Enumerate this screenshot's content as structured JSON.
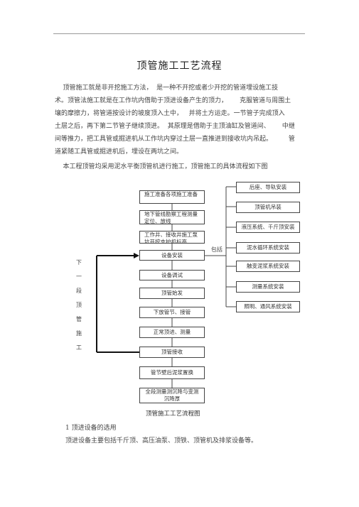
{
  "doc": {
    "title": "顶管施工工艺流程",
    "intro_lines": [
      "    顶管施工就是非开挖施工方法，  是一种不开挖或者少开挖的管道埋设施工技",
      "术。顶管法施工就是在工作坑内借助于顶进设备产生的顶力，      克服管道与周围土",
      "壤的摩擦力，将管道按设计的坡度顶入土中，   并将土方运走。一节管子完成顶入",
      "土层之后，再下第二节管子继续顶进。  其原理是借助于主顶油缸及管道间、      中继",
      "间等推力，把工具管或掘进机从工作坑内穿过土层一直推进到接收坑内吊起。        管",
      "道紧随工具管或掘进机后，埋设在两坑之间。",
      "    本工程顶管均采用泥水平衡顶管机进行施工，顶管施工的具体流程如下图"
    ],
    "section_heading": "1 顶进设备的选用",
    "section_text": "顶进设备主要包括千斤顶、高压油泵、顶铁、顶管机及排浆设备等。"
  },
  "flow": {
    "steps": [
      "施工准备各项施工准备",
      "地下管线勘察工程测量定位、放线",
      "工作井、接收井施工泵坑开挖支护机标高",
      "设备安装",
      "设备调试",
      "顶管始发",
      "下放管节、接管",
      "正常顶进、测量",
      "顶管接收",
      "管节壁后泥浆置换",
      "全段测量测沉降与变测沉降厚"
    ],
    "side_items": [
      "后座、导轨安装",
      "顶管机吊装",
      "液压系统、千斤顶安装",
      "泥水循环系统安装",
      "触变泥浆系统安装",
      "测量系统安装",
      "照明、通风系统安装"
    ],
    "include_label": "包括",
    "loop_label_chars": [
      "下",
      "一",
      "段",
      "顶",
      "管",
      "施",
      "工"
    ],
    "caption": "顶管施工工艺流程图"
  }
}
